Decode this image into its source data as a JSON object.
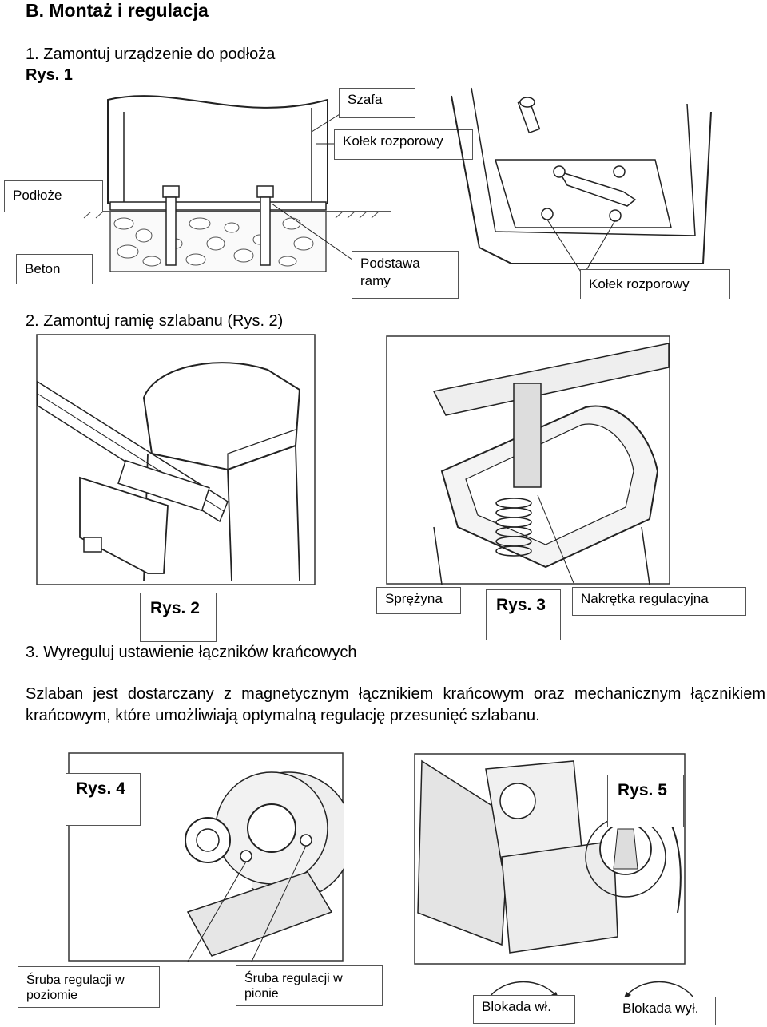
{
  "section_title": "B. Montaż i regulacja",
  "steps": {
    "step1": "1.  Zamontuj urządzenie do podłoża",
    "step2": "2. Zamontuj ramię szlabanu (Rys. 2)",
    "step3": "3. Wyreguluj ustawienie łączników krańcowych"
  },
  "fig1": {
    "caption": "Rys. 1",
    "labels": {
      "szafa": "Szafa",
      "kolek1": "Kołek rozporowy",
      "podloze": "Podłoże",
      "beton": "Beton",
      "podstawa": "Podstawa ramy",
      "kolek2": "Kołek rozporowy"
    }
  },
  "fig2": {
    "caption": "Rys. 2"
  },
  "fig3": {
    "caption": "Rys. 3",
    "labels": {
      "sprezyna": "Sprężyna",
      "nakretka": "Nakrętka regulacyjna"
    }
  },
  "paragraph": "Szlaban jest dostarczany z magnetycznym łącznikiem krańcowym oraz mechanicznym łącznikiem krańcowym, które umożliwiają optymalną regulację przesunięć szlabanu.",
  "fig4": {
    "caption": "Rys. 4",
    "labels": {
      "poziom": "Śruba regulacji w poziomie",
      "pion": "Śruba regulacji w pionie"
    }
  },
  "fig5": {
    "caption": "Rys. 5",
    "labels": {
      "wl": "Blokada wł.",
      "wyl": "Blokada wył."
    }
  }
}
